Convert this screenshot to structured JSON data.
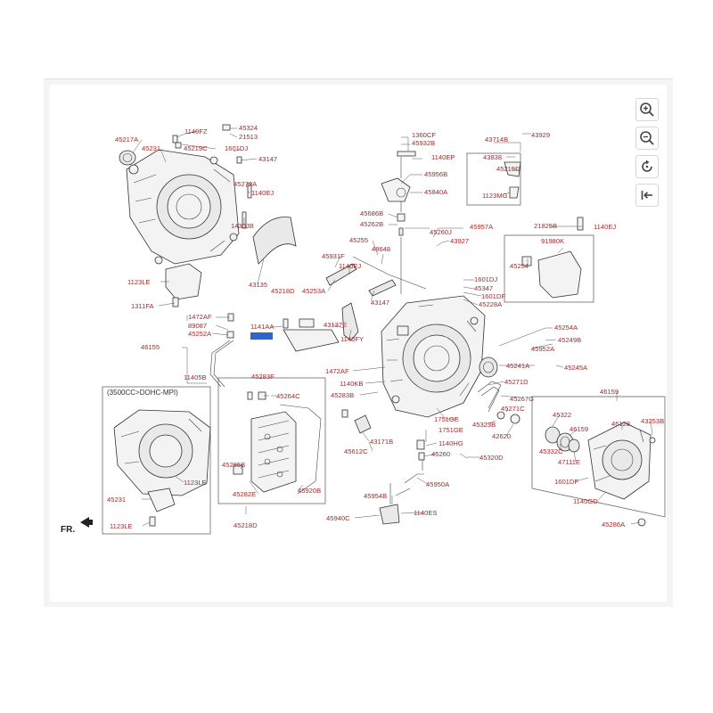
{
  "toolbar": {
    "zoom_in": "zoom-in-icon",
    "zoom_out": "zoom-out-icon",
    "reset": "reset-icon",
    "collapse": "collapse-icon"
  },
  "diagram": {
    "callouts": [
      {
        "id": "45217A"
      },
      {
        "id": "45231"
      },
      {
        "id": "1140FZ"
      },
      {
        "id": "45219C"
      },
      {
        "id": "45324"
      },
      {
        "id": "21513"
      },
      {
        "id": "1601DJ"
      },
      {
        "id": "43147"
      },
      {
        "id": "45272A"
      },
      {
        "id": "1140EJ"
      },
      {
        "id": "1430JB"
      },
      {
        "id": "43135"
      },
      {
        "id": "45218D"
      },
      {
        "id": "1123LE"
      },
      {
        "id": "1311FA"
      },
      {
        "id": "1360CF"
      },
      {
        "id": "45932B"
      },
      {
        "id": "1140EP"
      },
      {
        "id": "45956B"
      },
      {
        "id": "45840A"
      },
      {
        "id": "45686B"
      },
      {
        "id": "45262B"
      },
      {
        "id": "45260J"
      },
      {
        "id": "45957A"
      },
      {
        "id": "43927"
      },
      {
        "id": "43714B"
      },
      {
        "id": "43929"
      },
      {
        "id": "43838"
      },
      {
        "id": "45215D"
      },
      {
        "id": "1123MG"
      },
      {
        "id": "21825B"
      },
      {
        "id": "1140EJ"
      },
      {
        "id": "91980K"
      },
      {
        "id": "45254"
      },
      {
        "id": "45255"
      },
      {
        "id": "48648"
      },
      {
        "id": "45931F"
      },
      {
        "id": "1140EJ"
      },
      {
        "id": "45253A"
      },
      {
        "id": "43147"
      },
      {
        "id": "1601DJ"
      },
      {
        "id": "45347"
      },
      {
        "id": "1601DF"
      },
      {
        "id": "45228A"
      },
      {
        "id": "1472AF"
      },
      {
        "id": "89087"
      },
      {
        "id": "45252A"
      },
      {
        "id": "46155"
      },
      {
        "id": "1141AA"
      },
      {
        "id": "43137E"
      },
      {
        "id": "1140FY"
      },
      {
        "id": "11405B"
      },
      {
        "id": "45254A"
      },
      {
        "id": "45249B"
      },
      {
        "id": "45952A"
      },
      {
        "id": "45245A"
      },
      {
        "id": "1472AF"
      },
      {
        "id": "45241A"
      },
      {
        "id": "1140KB"
      },
      {
        "id": "45271D"
      },
      {
        "id": "45283B"
      },
      {
        "id": "45283F"
      },
      {
        "id": "45264C"
      },
      {
        "id": "45267G"
      },
      {
        "id": "45271C"
      },
      {
        "id": "1751GE"
      },
      {
        "id": "45323B"
      },
      {
        "id": "1751GE"
      },
      {
        "id": "42620"
      },
      {
        "id": "43171B"
      },
      {
        "id": "1140HG"
      },
      {
        "id": "45612C"
      },
      {
        "id": "45260"
      },
      {
        "id": "45320D"
      },
      {
        "id": "46159"
      },
      {
        "id": "45322"
      },
      {
        "id": "46128"
      },
      {
        "id": "43253B"
      },
      {
        "id": "46159"
      },
      {
        "id": "45332C"
      },
      {
        "id": "47111E"
      },
      {
        "id": "1601DF"
      },
      {
        "id": "1140GD"
      },
      {
        "id": "45286A"
      },
      {
        "id": "45285B"
      },
      {
        "id": "45282E"
      },
      {
        "id": "45920B"
      },
      {
        "id": "45950A"
      },
      {
        "id": "45954B"
      },
      {
        "id": "45940C"
      },
      {
        "id": "1140ES"
      },
      {
        "id": "45218D"
      },
      {
        "id": "45231"
      },
      {
        "id": "1123LE"
      }
    ],
    "highlighted_label": "",
    "inset_title": "(3500CC>DOHC-MPI)",
    "front_marker": "FR."
  }
}
